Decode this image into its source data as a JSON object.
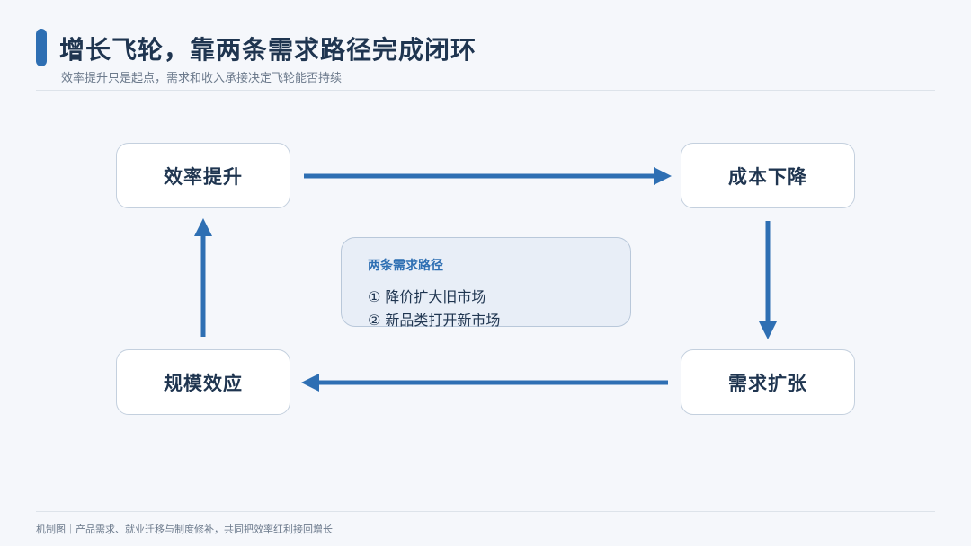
{
  "header": {
    "title": "增长飞轮，靠两条需求路径完成闭环",
    "subtitle": "效率提升只是起点，需求和收入承接决定飞轮能否持续"
  },
  "nodes": {
    "top_left": "效率提升",
    "top_right": "成本下降",
    "bottom_right": "需求扩张",
    "bottom_left": "规模效应"
  },
  "center": {
    "title": "两条需求路径",
    "items": [
      "① 降价扩大旧市场",
      "② 新品类打开新市场"
    ]
  },
  "footer": {
    "text": "机制图｜产品需求、就业迁移与制度修补，共同把效率红利接回增长"
  },
  "colors": {
    "accent": "#2e6fb3",
    "text_dark": "#1f3550",
    "text_muted": "#6c7a8c",
    "background": "#f5f7fb",
    "center_fill": "#e8eef7"
  }
}
